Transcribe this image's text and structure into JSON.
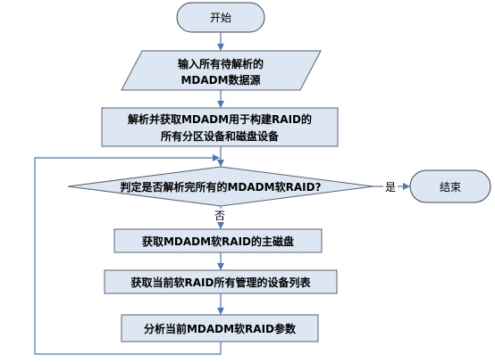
{
  "nodes": {
    "start": {
      "label": "开始"
    },
    "input": {
      "line1": "输入所有待解析的",
      "line2": "MDADM数据源"
    },
    "parse": {
      "line1": "解析并获取MDADM用于构建RAID的",
      "line2": "所有分区设备和磁盘设备"
    },
    "decision": {
      "label": "判定是否解析完所有的MDADM软RAID?"
    },
    "end": {
      "label": "结束"
    },
    "main_disk": {
      "label": "获取MDADM软RAID的主磁盘"
    },
    "device_list": {
      "label": "获取当前软RAID所有管理的设备列表"
    },
    "params": {
      "label": "分析当前MDADM软RAID参数"
    }
  },
  "edge_labels": {
    "yes": "是",
    "no": "否"
  },
  "colors": {
    "node_fill": "#dde6f3",
    "node_stroke": "#5a6170",
    "edge": "#4a78b8"
  }
}
